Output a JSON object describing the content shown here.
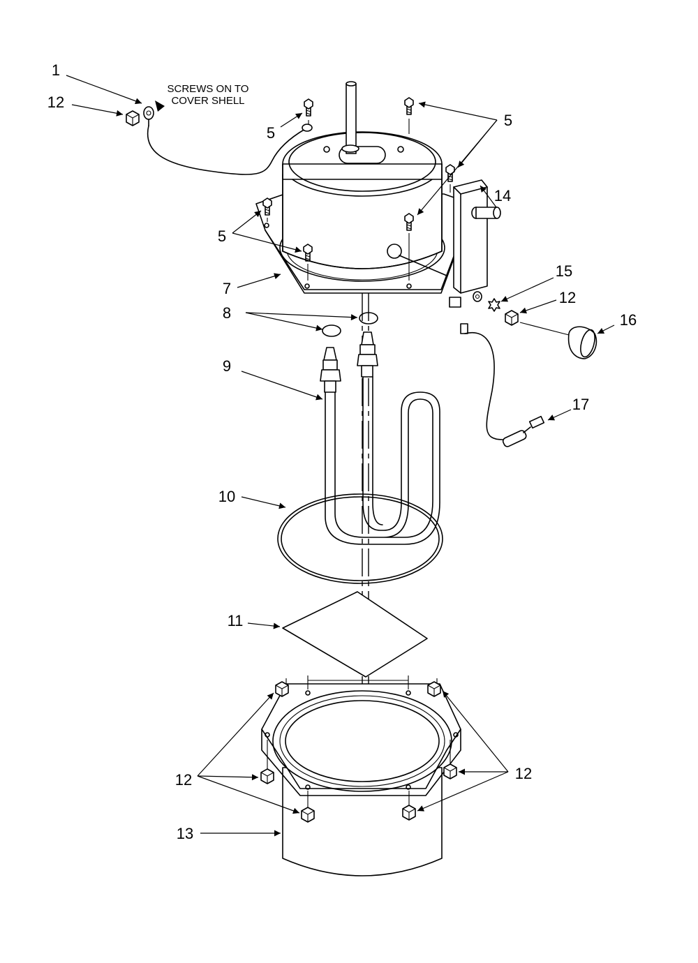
{
  "note": {
    "line1": "SCREWS ON TO",
    "line2": "COVER SHELL"
  },
  "callouts": {
    "c1": "1",
    "c12_ground": "12",
    "c5_top_left": "5",
    "c5_top_right": "5",
    "c5_left": "5",
    "c14": "14",
    "c15": "15",
    "c12_switch": "12",
    "c16": "16",
    "c7": "7",
    "c8": "8",
    "c9": "9",
    "c17": "17",
    "c10": "10",
    "c11": "11",
    "c12_left": "12",
    "c12_right": "12",
    "c13": "13"
  }
}
